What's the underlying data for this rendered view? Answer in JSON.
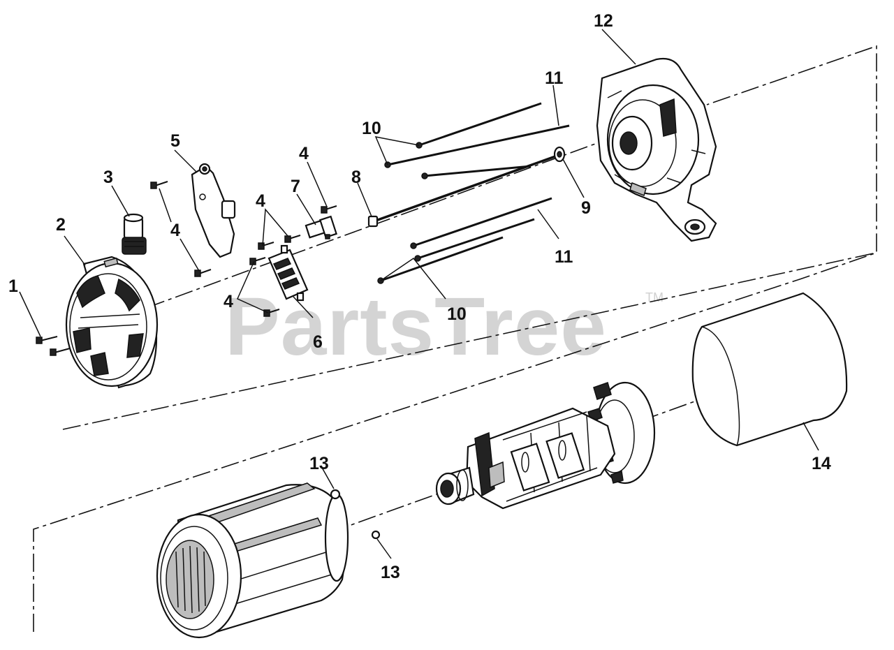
{
  "watermark": {
    "text": "PartsTree",
    "mark": "TM"
  },
  "callouts": {
    "c1": "1",
    "c2": "2",
    "c3": "3",
    "c4a": "4",
    "c4b": "4",
    "c4c": "4",
    "c4d": "4",
    "c5": "5",
    "c6": "6",
    "c7": "7",
    "c8": "8",
    "c9": "9",
    "c10a": "10",
    "c10b": "10",
    "c11a": "11",
    "c11b": "11",
    "c12": "12",
    "c13a": "13",
    "c13b": "13",
    "c14": "14"
  }
}
